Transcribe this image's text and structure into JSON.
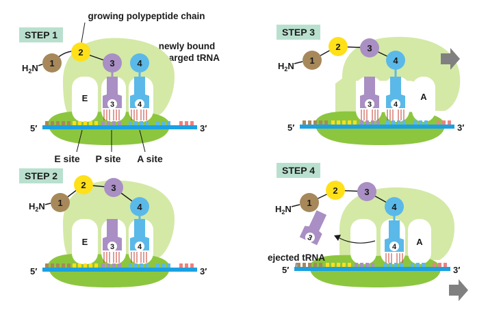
{
  "steps": {
    "step1": "STEP 1",
    "step2": "STEP 2",
    "step3": "STEP 3",
    "step4": "STEP 4"
  },
  "labels": {
    "growing_chain": "growing polypeptide chain",
    "newly_bound_line1": "newly bound",
    "newly_bound_line2": "charged tRNA",
    "ejected_trna": "ejected tRNA",
    "e_site": "E site",
    "p_site": "P site",
    "a_site": "A site",
    "amino_terminus": "H",
    "amino_sub": "2",
    "amino_n": "N",
    "five_prime": "5′",
    "three_prime": "3′",
    "e": "E",
    "a": "A"
  },
  "residues": {
    "r1": "1",
    "r2": "2",
    "r3": "3",
    "r4": "4"
  },
  "colors": {
    "ribosome_large": "#d4e9a6",
    "ribosome_small": "#8cc63f",
    "mrna": "#1ba1e2",
    "step_box": "#b9e0cf",
    "aa1": "#a7885a",
    "aa2": "#ffe019",
    "aa3": "#a98fc4",
    "aa4": "#5ab9e8",
    "arrow": "#808080"
  }
}
